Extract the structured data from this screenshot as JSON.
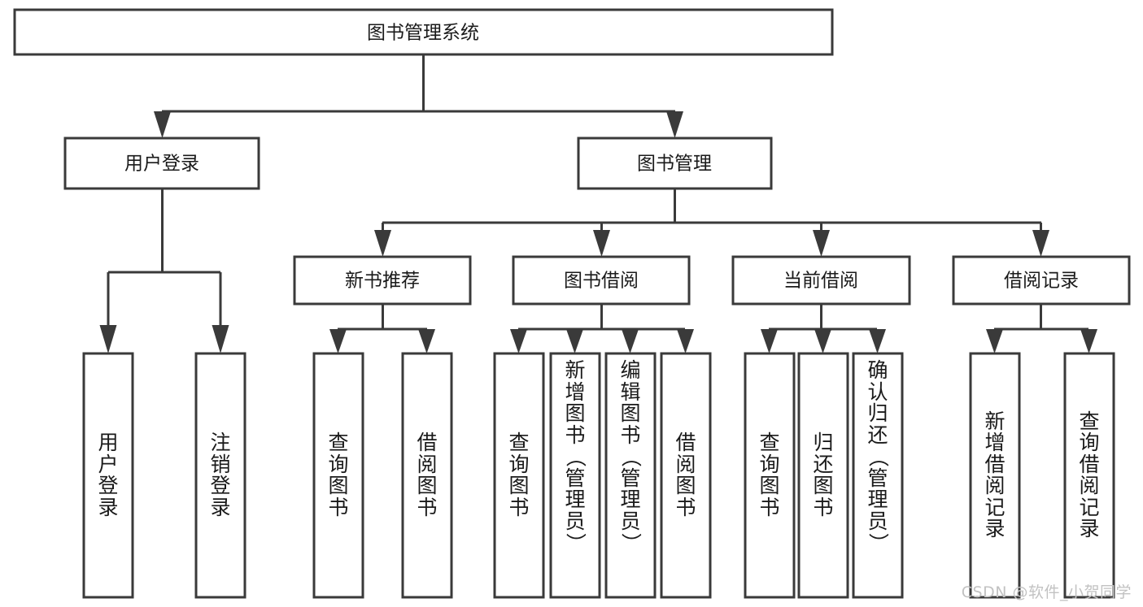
{
  "diagram": {
    "type": "tree-hierarchy",
    "title": "图书管理系统",
    "orientation": "top-down",
    "colors": {
      "box_stroke": "#3a3a3a",
      "box_fill": "#ffffff",
      "text": "#1a1a1a",
      "connector": "#3a3a3a",
      "watermark": "#c2c2c2",
      "background": "#ffffff"
    },
    "root": {
      "label": "图书管理系统"
    },
    "level2": [
      {
        "id": "user-login",
        "label": "用户登录"
      },
      {
        "id": "book-management",
        "label": "图书管理"
      }
    ],
    "level3": [
      {
        "id": "new-book-recommend",
        "label": "新书推荐"
      },
      {
        "id": "book-borrow",
        "label": "图书借阅"
      },
      {
        "id": "current-borrow",
        "label": "当前借阅"
      },
      {
        "id": "borrow-record",
        "label": "借阅记录"
      }
    ],
    "leaves": {
      "user-login": [
        {
          "id": "leaf-user-login",
          "label": "用户登录"
        },
        {
          "id": "leaf-logout",
          "label": "注销登录"
        }
      ],
      "new-book-recommend": [
        {
          "id": "leaf-query-book-1",
          "label": "查询图书"
        },
        {
          "id": "leaf-borrow-book-1",
          "label": "借阅图书"
        }
      ],
      "book-borrow": [
        {
          "id": "leaf-query-book-2",
          "label": "查询图书"
        },
        {
          "id": "leaf-add-book",
          "label": "新增图书（管理员）"
        },
        {
          "id": "leaf-edit-book",
          "label": "编辑图书（管理员）"
        },
        {
          "id": "leaf-borrow-book-2",
          "label": "借阅图书"
        }
      ],
      "current-borrow": [
        {
          "id": "leaf-query-book-3",
          "label": "查询图书"
        },
        {
          "id": "leaf-return-book",
          "label": "归还图书"
        },
        {
          "id": "leaf-confirm-return",
          "label": "确认归还（管理员）"
        }
      ],
      "borrow-record": [
        {
          "id": "leaf-add-record",
          "label": "新增借阅记录"
        },
        {
          "id": "leaf-query-record",
          "label": "查询借阅记录"
        }
      ]
    }
  },
  "watermark": {
    "label": "CSDN @软件_小贺同学"
  }
}
